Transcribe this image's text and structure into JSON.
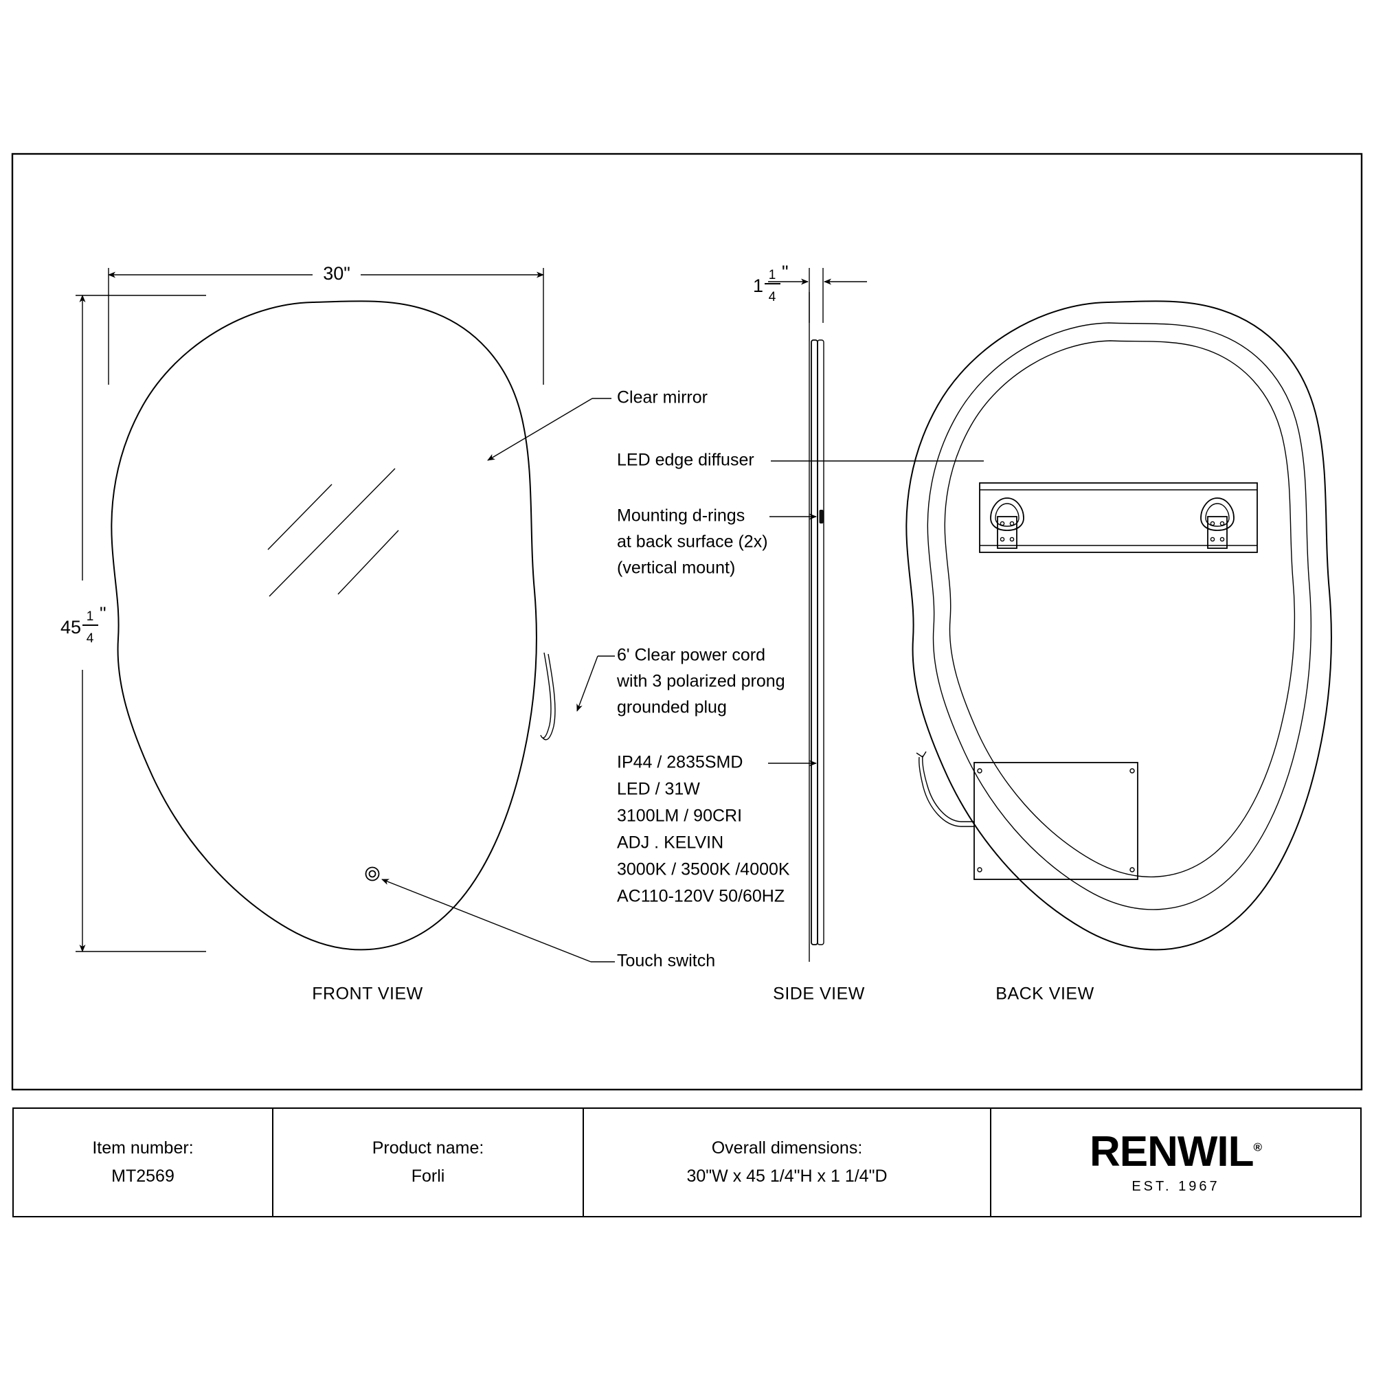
{
  "sheet": {
    "border": true,
    "background": "#ffffff",
    "line_color": "#000000"
  },
  "dimensions": {
    "width_label": "30\"",
    "height_whole": "45",
    "height_num": "1",
    "height_den": "4",
    "height_unit": "\"",
    "depth_whole": "1",
    "depth_num": "1",
    "depth_den": "4",
    "depth_unit": "\""
  },
  "annotations": {
    "clear_mirror": "Clear mirror",
    "led_edge_diffuser": "LED edge diffuser",
    "mounting_line1": "Mounting d-rings",
    "mounting_line2": "at back surface (2x)",
    "mounting_line3": "(vertical mount)",
    "cord_line1": "6' Clear power cord",
    "cord_line2": "with 3 polarized prong",
    "cord_line3": "grounded plug",
    "touch_switch": "Touch switch"
  },
  "specs": {
    "line1": "IP44 / 2835SMD",
    "line2": "LED / 31W",
    "line3": "3100LM / 90CRI",
    "line4": "ADJ . KELVIN",
    "line5": "3000K / 3500K /4000K",
    "line6": "AC110-120V 50/60HZ"
  },
  "view_labels": {
    "front": "FRONT VIEW",
    "side": "SIDE VIEW",
    "back": "BACK VIEW"
  },
  "title_block": {
    "item_label": "Item number:",
    "item_value": "MT2569",
    "product_label": "Product name:",
    "product_value": "Forli",
    "dims_label": "Overall dimensions:",
    "dims_value": "30\"W x 45 1/4\"H x 1 1/4\"D",
    "brand_name": "RENWIL",
    "brand_mark": "®",
    "brand_tagline": "EST. 1967"
  }
}
